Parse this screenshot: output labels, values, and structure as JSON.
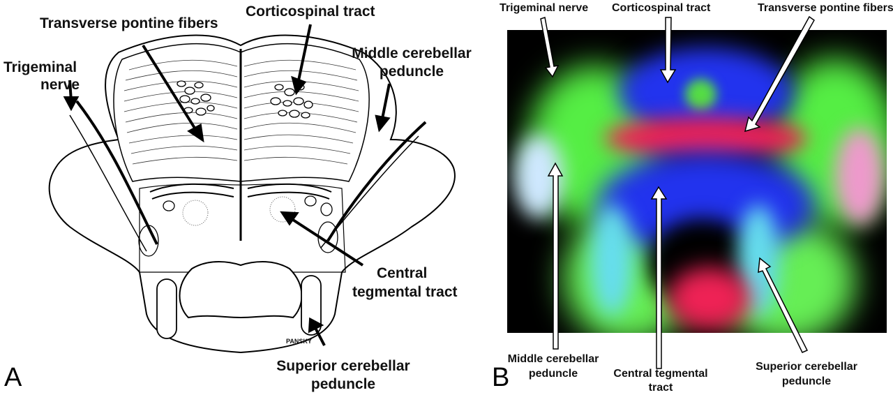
{
  "panel_a": {
    "letter": "A",
    "labels": {
      "corticospinal": "Corticospinal tract",
      "transverse_pontine": "Transverse pontine fibers",
      "trigeminal_line1": "Trigeminal",
      "trigeminal_line2": "nerve",
      "middle_cerebellar_line1": "Middle cerebellar",
      "middle_cerebellar_line2": "peduncle",
      "central_tegmental_line1": "Central",
      "central_tegmental_line2": "tegmental tract",
      "superior_cerebellar_line1": "Superior cerebellar",
      "superior_cerebellar_line2": "peduncle"
    },
    "signature": "PANSKY"
  },
  "panel_b": {
    "letter": "B",
    "labels": {
      "trigeminal": "Trigeminal nerve",
      "corticospinal": "Corticospinal tract",
      "transverse_pontine": "Transverse pontine fibers",
      "middle_cerebellar_line1": "Middle cerebellar",
      "middle_cerebellar_line2": "peduncle",
      "central_tegmental_line1": "Central tegmental",
      "central_tegmental_line2": "tract",
      "superior_cerebellar_line1": "Superior cerebellar",
      "superior_cerebellar_line2": "peduncle"
    },
    "colors": {
      "green": "#55ee44",
      "blue": "#2233ee",
      "red": "#ee2255",
      "cyan": "#66ddee"
    }
  }
}
